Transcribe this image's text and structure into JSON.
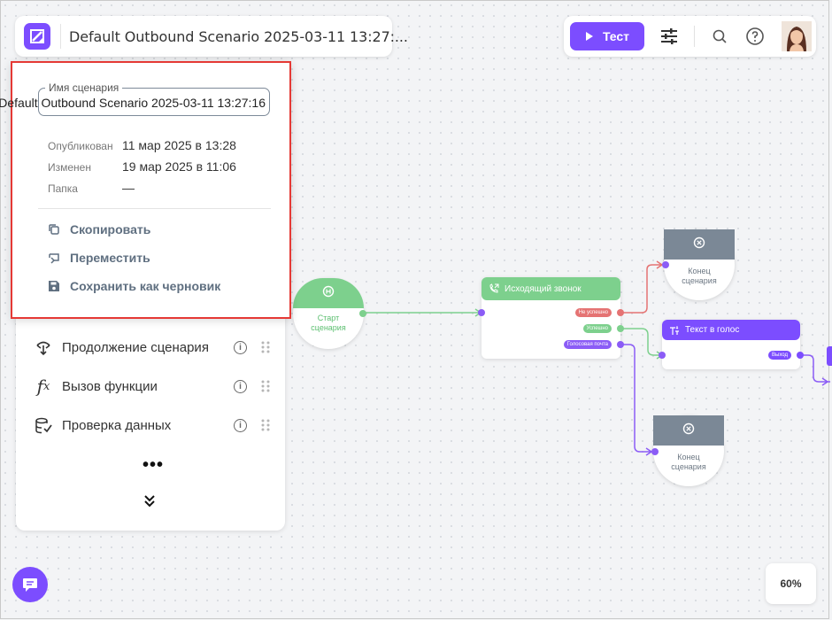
{
  "app": {
    "scenario_title": "Default Outbound Scenario 2025-03-11 13:27:..."
  },
  "toolbar": {
    "test_label": "Тест",
    "avatar_alt": "user avatar"
  },
  "popover": {
    "name_legend": "Имя сценария",
    "name_value": "Default Outbound Scenario 2025-03-11 13:27:16",
    "meta": [
      {
        "key": "Опубликован",
        "value": "11 мар 2025 в 13:28"
      },
      {
        "key": "Изменен",
        "value": "19 мар 2025 в 11:06"
      },
      {
        "key": "Папка",
        "value": "—"
      }
    ],
    "actions": [
      {
        "label": "Скопировать",
        "icon": "copy-icon"
      },
      {
        "label": "Переместить",
        "icon": "move-icon"
      },
      {
        "label": "Сохранить как черновик",
        "icon": "save-icon"
      }
    ]
  },
  "blocks": {
    "items": [
      {
        "label": "Продолжение сценария",
        "icon": "continue-icon"
      },
      {
        "label": "Вызов функции",
        "icon": "function-icon"
      },
      {
        "label": "Проверка данных",
        "icon": "data-check-icon"
      }
    ],
    "more_label": "•••"
  },
  "canvas": {
    "start_node": {
      "label": "Старт сценария",
      "color": "#7dd08d"
    },
    "call_node": {
      "title": "Исходящий звонок",
      "outputs": [
        "Не успешно",
        "Успешно",
        "Голосовая почта"
      ]
    },
    "end_node_top": {
      "label": "Конец сценария"
    },
    "end_node_bottom": {
      "label": "Конец сценария"
    },
    "tts_node": {
      "title": "Текст в голос",
      "output": "Выход"
    },
    "zoom": "60%"
  },
  "colors": {
    "accent": "#7c4dff",
    "green": "#7dd08d",
    "red": "#e57373",
    "end_gray": "#7b8896"
  }
}
